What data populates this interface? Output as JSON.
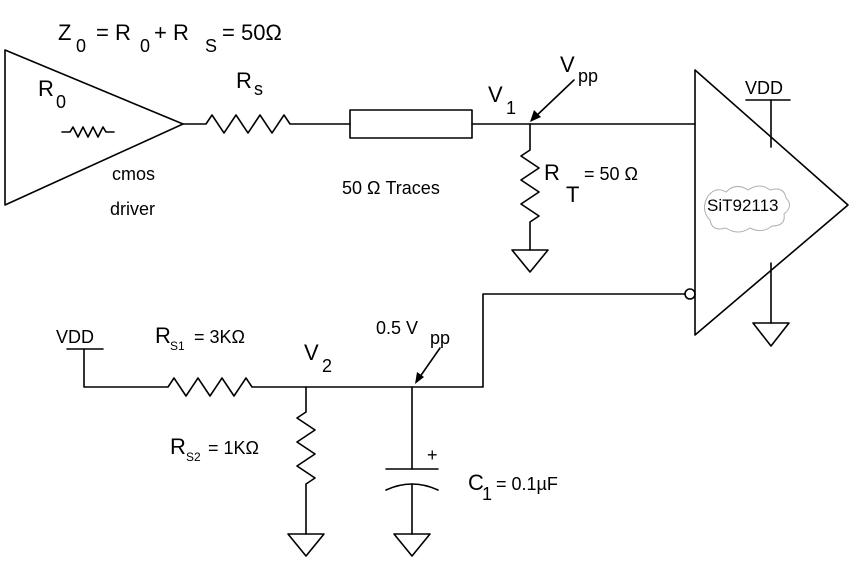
{
  "formula_top": {
    "z": "Z",
    "z_sub": "0",
    "eq1": "= R",
    "r0_sub": "0",
    "plus": "+  R",
    "rs_sub": "S",
    "eq2": "=  50Ω"
  },
  "driver": {
    "r_label": "R",
    "r_sub": "0",
    "text_line1": "cmos",
    "text_line2": "driver"
  },
  "rs": {
    "label": "R",
    "sub": "s"
  },
  "trace": {
    "label": "50 Ω Traces"
  },
  "v1": {
    "label": "V",
    "sub": "1"
  },
  "vpp_top": {
    "label": "V",
    "sub": "pp"
  },
  "rt": {
    "label": "R",
    "sub": "T",
    "value": "= 50 Ω"
  },
  "buffer": {
    "label": "SiT92113"
  },
  "vdd_right": {
    "label": "VDD"
  },
  "vdd_left": {
    "label": "VDD"
  },
  "rs1": {
    "label": "R",
    "sub": "S1",
    "value": "= 3KΩ"
  },
  "rs2": {
    "label": "R",
    "sub": "S2",
    "value": "= 1KΩ"
  },
  "v2": {
    "label": "V",
    "sub": "2"
  },
  "half_vpp": {
    "label": "0.5 V",
    "sub": "pp"
  },
  "cap": {
    "label": "C",
    "sub": "1",
    "value": "= 0.1µF",
    "polarity": "+"
  }
}
